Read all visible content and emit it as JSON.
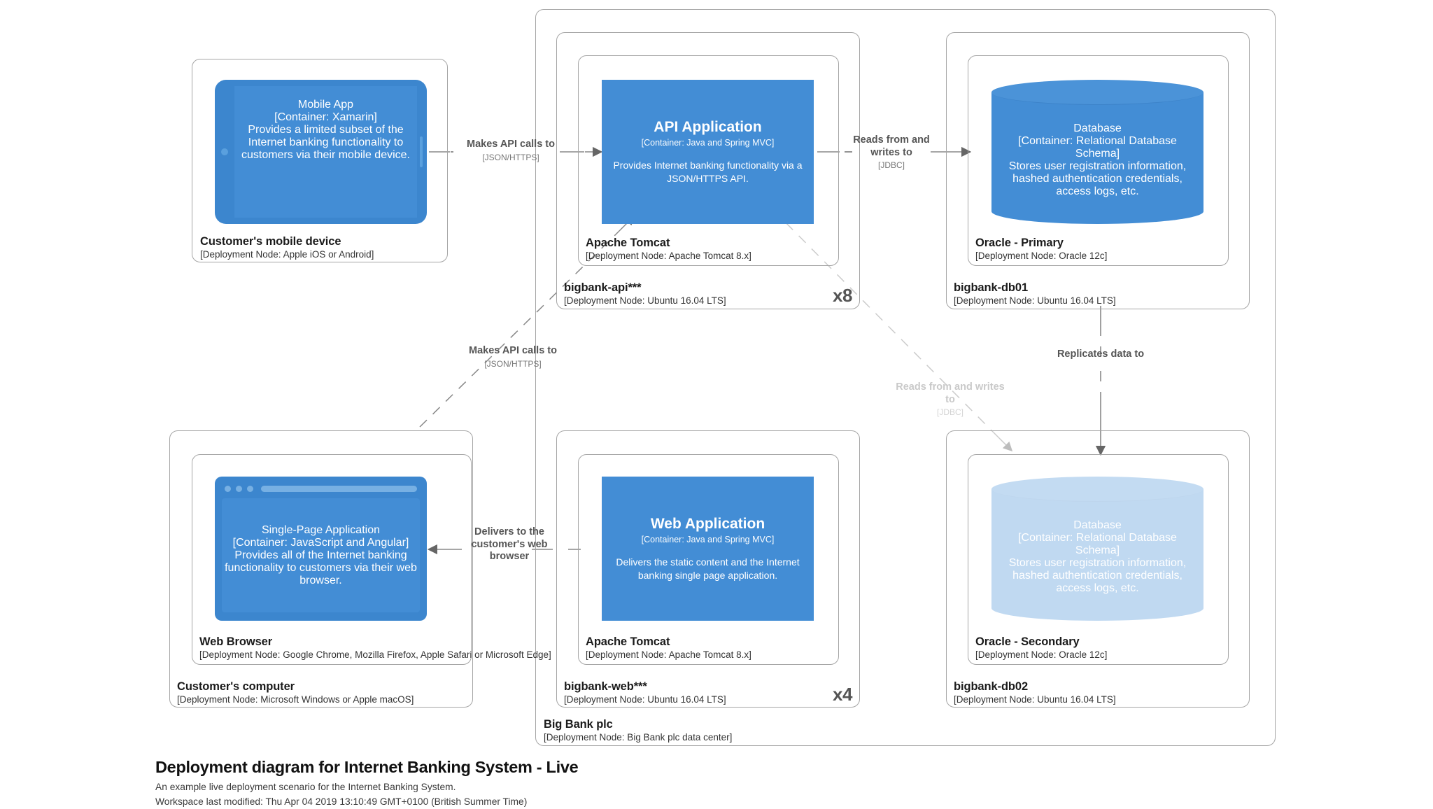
{
  "diagram": {
    "title": "Deployment diagram for Internet Banking System - Live",
    "description": "An example live deployment scenario for the Internet Banking System.",
    "modified": "Workspace last modified: Thu Apr 04 2019 13:10:49 GMT+0100 (British Summer Time)",
    "accent_color": "#438DD5",
    "line_color": "#a5a5a5"
  },
  "nodes": {
    "customer_mobile_device": {
      "name": "Customer's mobile device",
      "tech": "[Deployment Node: Apple iOS or Android]"
    },
    "customer_computer": {
      "name": "Customer's computer",
      "tech": "[Deployment Node: Microsoft Windows or Apple macOS]"
    },
    "web_browser": {
      "name": "Web Browser",
      "tech": "[Deployment Node: Google Chrome, Mozilla Firefox, Apple Safari or Microsoft Edge]"
    },
    "big_bank_plc": {
      "name": "Big Bank plc",
      "tech": "[Deployment Node: Big Bank plc data center]"
    },
    "bigbank_api": {
      "name": "bigbank-api***",
      "tech": "[Deployment Node: Ubuntu 16.04 LTS]",
      "instances": "x8"
    },
    "bigbank_web": {
      "name": "bigbank-web***",
      "tech": "[Deployment Node: Ubuntu 16.04 LTS]",
      "instances": "x4"
    },
    "tomcat_api": {
      "name": "Apache Tomcat",
      "tech": "[Deployment Node: Apache Tomcat 8.x]"
    },
    "tomcat_web": {
      "name": "Apache Tomcat",
      "tech": "[Deployment Node: Apache Tomcat 8.x]"
    },
    "bigbank_db01": {
      "name": "bigbank-db01",
      "tech": "[Deployment Node: Ubuntu 16.04 LTS]"
    },
    "bigbank_db02": {
      "name": "bigbank-db02",
      "tech": "[Deployment Node: Ubuntu 16.04 LTS]"
    },
    "oracle_primary": {
      "name": "Oracle - Primary",
      "tech": "[Deployment Node: Oracle 12c]"
    },
    "oracle_secondary": {
      "name": "Oracle - Secondary",
      "tech": "[Deployment Node: Oracle 12c]"
    }
  },
  "containers": {
    "mobile_app": {
      "title": "Mobile App",
      "tech": "[Container: Xamarin]",
      "description": "Provides a limited subset of the Internet banking functionality to customers via their mobile device."
    },
    "api_application": {
      "title": "API Application",
      "tech": "[Container: Java and Spring MVC]",
      "description": "Provides Internet banking functionality via a JSON/HTTPS API."
    },
    "database_primary": {
      "title": "Database",
      "tech": "[Container: Relational Database Schema]",
      "description": "Stores user registration information, hashed authentication credentials, access logs, etc."
    },
    "spa": {
      "title": "Single-Page Application",
      "tech": "[Container: JavaScript and Angular]",
      "description": "Provides all of the Internet banking functionality to customers via their web browser."
    },
    "web_application": {
      "title": "Web Application",
      "tech": "[Container: Java and Spring MVC]",
      "description": "Delivers the static content and the Internet banking single page application."
    },
    "database_secondary": {
      "title": "Database",
      "tech": "[Container: Relational Database Schema]",
      "description": "Stores user registration information, hashed authentication credentials, access logs, etc."
    }
  },
  "relationships": {
    "mobile_to_api": {
      "desc": "Makes API calls to",
      "tech": "[JSON/HTTPS]"
    },
    "api_to_db": {
      "desc": "Reads from and writes to",
      "tech": "[JDBC]"
    },
    "spa_to_api": {
      "desc": "Makes API calls to",
      "tech": "[JSON/HTTPS]"
    },
    "web_to_spa": {
      "desc": "Delivers to the customer's web browser",
      "tech": ""
    },
    "db_replicate": {
      "desc": "Replicates data to",
      "tech": ""
    },
    "api_to_db2": {
      "desc": "Reads from and writes to",
      "tech": "[JDBC]"
    }
  }
}
